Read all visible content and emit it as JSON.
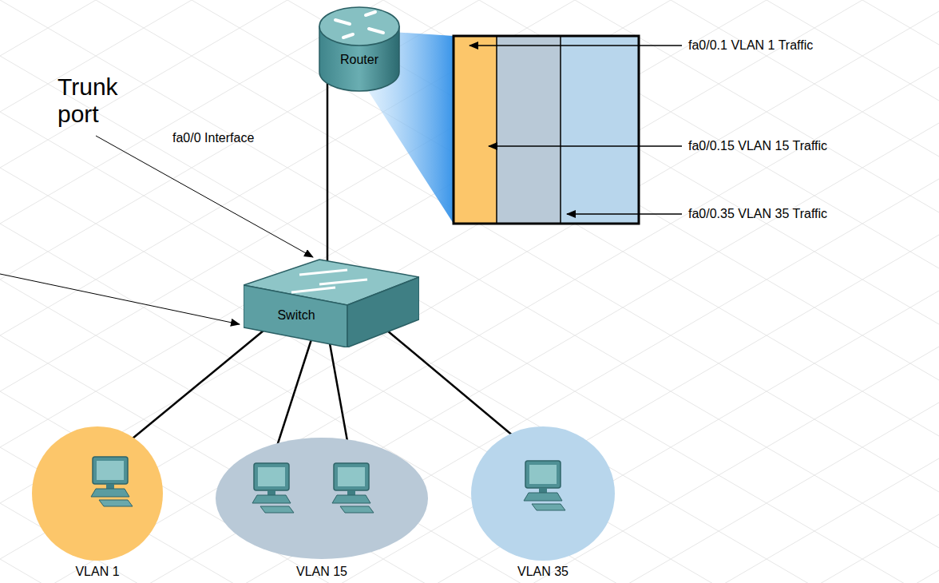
{
  "diagram": {
    "nodes": [
      {
        "text": [
          "Router"
        ]
      },
      {
        "text": [
          "Switch"
        ]
      },
      {
        "text": [
          "VLAN 1"
        ]
      },
      {
        "text": [
          "VLAN 15"
        ]
      },
      {
        "text": [
          "VLAN 35"
        ]
      }
    ],
    "edges": [
      {
        "from": 0,
        "to": 1,
        "arrow": "none"
      },
      {
        "from": 1,
        "to": 2,
        "arrow": "none"
      },
      {
        "from": 1,
        "to": 3,
        "arrow": "none"
      },
      {
        "from": 1,
        "to": 3,
        "arrow": "none"
      },
      {
        "from": 1,
        "to": 4,
        "arrow": "none"
      }
    ],
    "labels": [
      "Trunk port",
      "fa0/0 Interface",
      "fa0/0.1 VLAN 1 Traffic",
      "fa0/0.15 VLAN 15 Traffic",
      "fa0/0.35 VLAN 35 Traffic"
    ]
  }
}
